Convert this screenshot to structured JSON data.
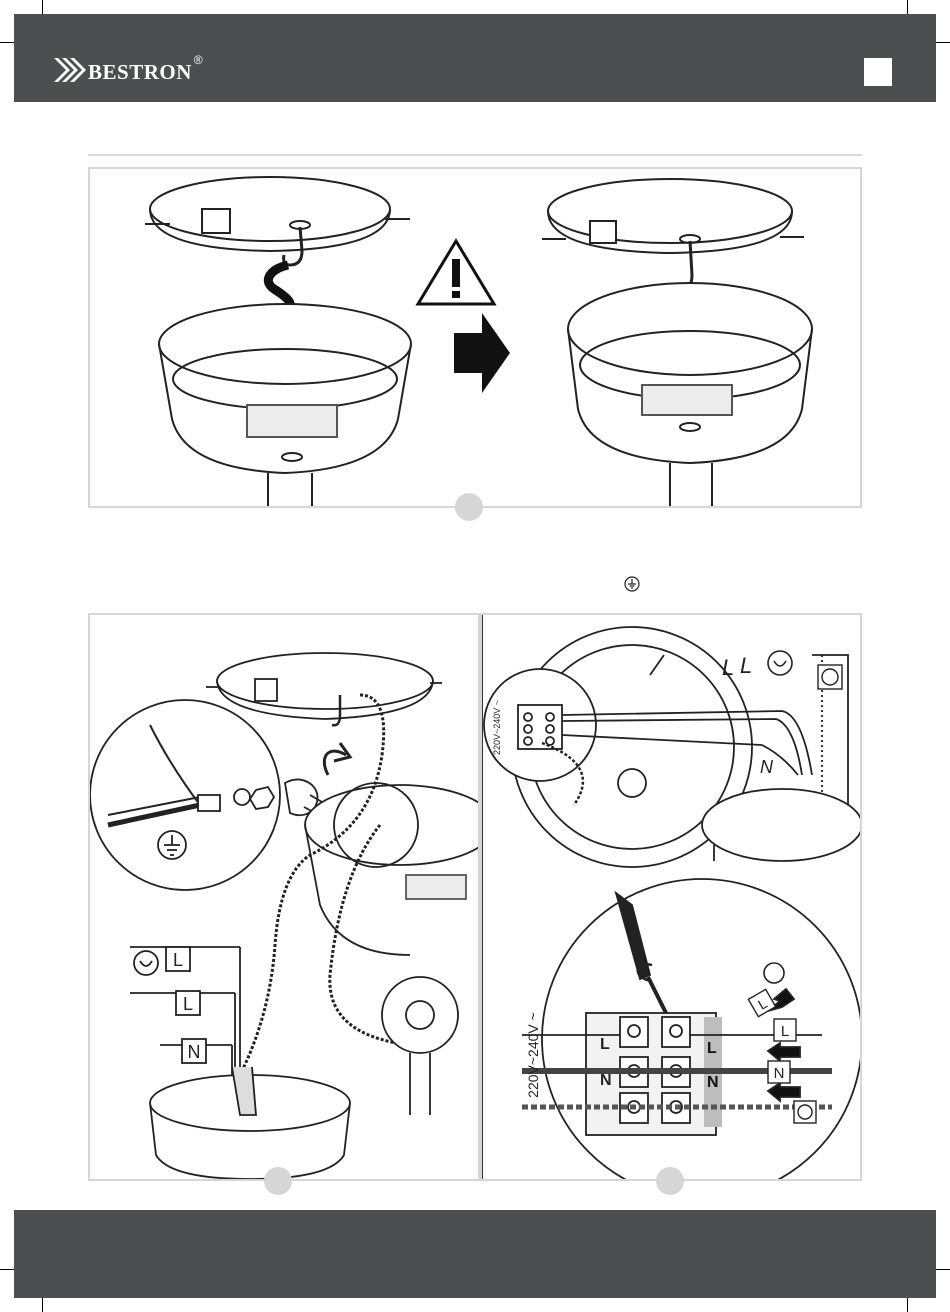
{
  "header": {
    "brand": "bestron",
    "registered_mark": "®"
  },
  "icons": {
    "chevrons": "brand-chevron-icon",
    "earth": "earth-ground-icon",
    "warning": "warning-triangle-icon",
    "arrow": "right-arrow-icon",
    "bulb": "light-bulb-icon",
    "screwdriver": "screwdriver-icon"
  },
  "wiring": {
    "voltage": "220V~240V ~",
    "live": "L",
    "neutral": "N"
  },
  "colors": {
    "bar": "#4d4e50",
    "frame": "#d6d6d6",
    "line": "#222222"
  }
}
